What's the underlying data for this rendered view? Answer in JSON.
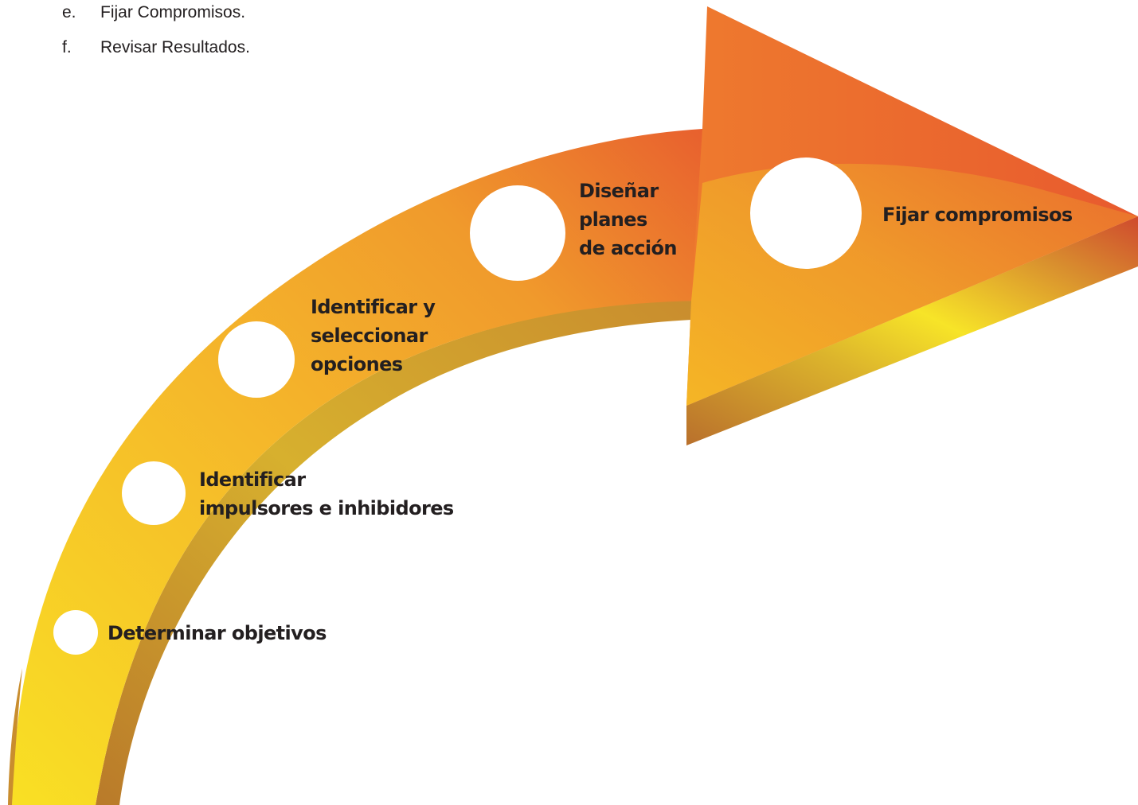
{
  "list": {
    "items": [
      {
        "marker": "e.",
        "text": "Fijar Compromisos."
      },
      {
        "marker": "f.",
        "text": "Revisar Resultados."
      }
    ]
  },
  "diagram": {
    "colors": {
      "start_yellow": "#f9e024",
      "mid_orange": "#f3a62a",
      "end_orange": "#e8602e",
      "side_shadow": "#c98d2e",
      "circle": "#ffffff",
      "text": "#231f20"
    },
    "steps": [
      {
        "lines": [
          "Determinar objetivos"
        ]
      },
      {
        "lines": [
          "Identificar",
          "impulsores e inhibidores"
        ]
      },
      {
        "lines": [
          "Identificar y",
          "seleccionar",
          "opciones"
        ]
      },
      {
        "lines": [
          "Diseñar",
          "planes",
          "de acción"
        ]
      },
      {
        "lines": [
          "Fijar compromisos"
        ]
      }
    ]
  }
}
